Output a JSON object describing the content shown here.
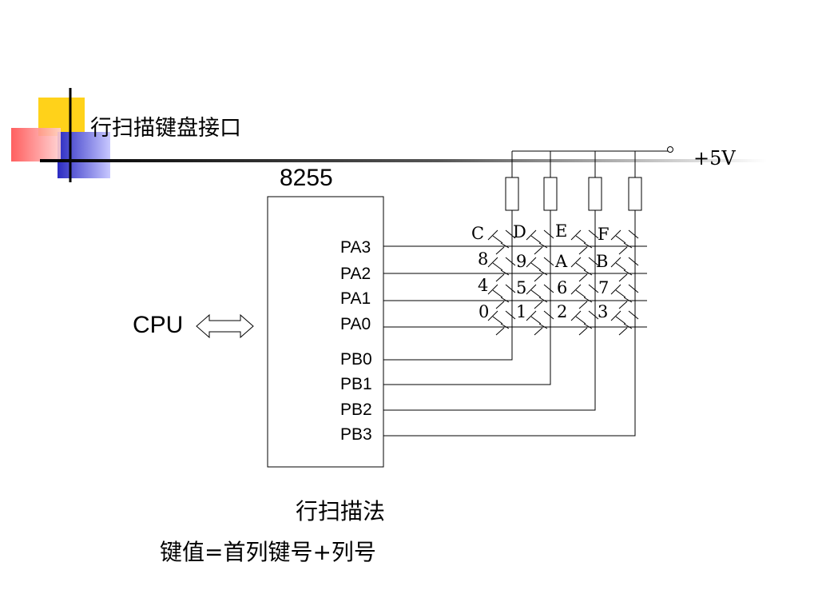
{
  "slide": {
    "title": "行扫描键盘接口",
    "chip_name": "8255",
    "cpu_label": "CPU",
    "supply_label": "+5V",
    "method_caption": "行扫描法",
    "formula_caption": "键值=首列键号+列号"
  },
  "ports": {
    "rows": [
      "PA3",
      "PA2",
      "PA1",
      "PA0"
    ],
    "cols": [
      "PB0",
      "PB1",
      "PB2",
      "PB3"
    ]
  },
  "keypad": {
    "rows": [
      [
        "C",
        "D",
        "E",
        "F"
      ],
      [
        "8",
        "9",
        "A",
        "B"
      ],
      [
        "4",
        "5",
        "6",
        "7"
      ],
      [
        "0",
        "1",
        "2",
        "3"
      ]
    ]
  },
  "colors": {
    "deco_yellow": "#ffd21a",
    "deco_blue": "#3232c8",
    "deco_red": "#ff5a5a",
    "line": "#000000"
  }
}
